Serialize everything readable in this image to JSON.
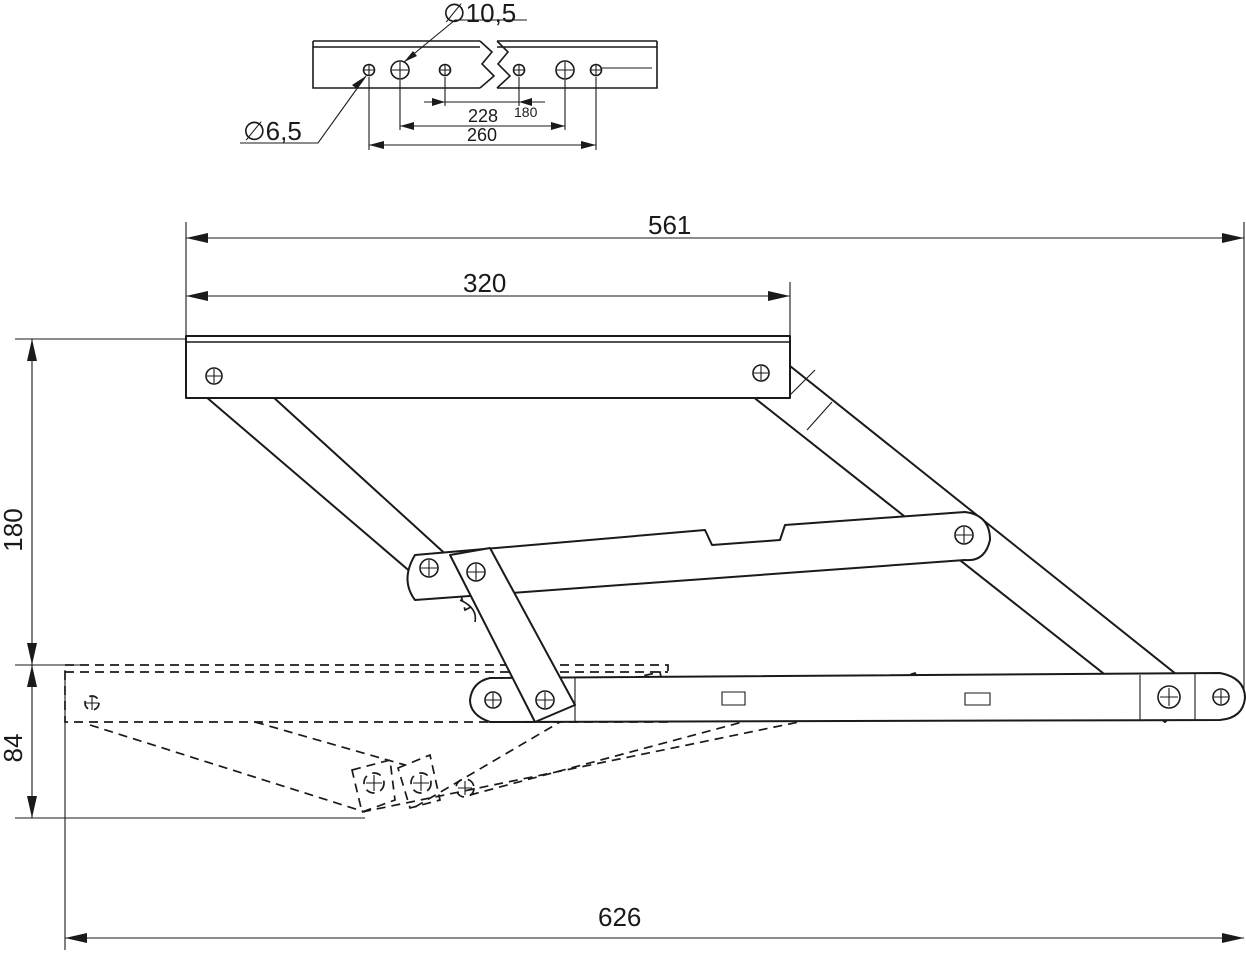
{
  "detail": {
    "diameter_large": "∅10,5",
    "diameter_small": "∅6,5",
    "dim_228": "228",
    "dim_180": "180",
    "dim_260": "260"
  },
  "dimensions": {
    "overall_top": "561",
    "top_rail": "320",
    "height_upper": "180",
    "height_lower": "84",
    "overall_bottom": "626"
  }
}
